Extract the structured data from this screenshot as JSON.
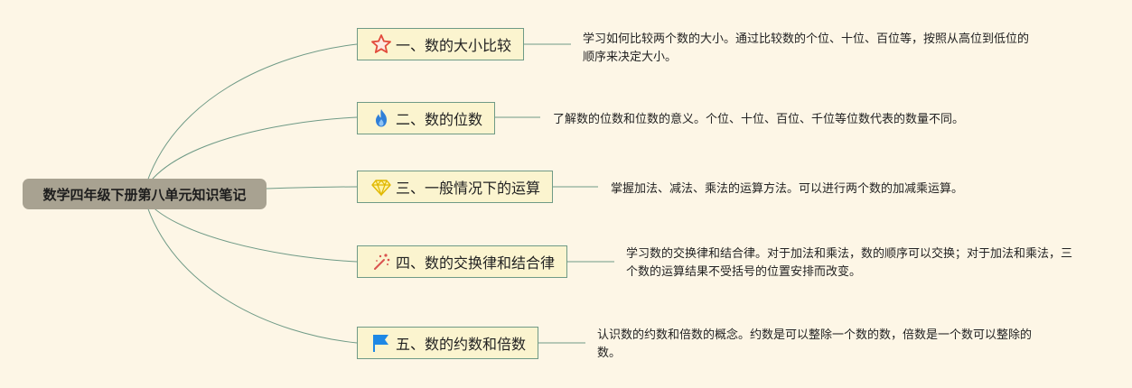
{
  "root": {
    "title": "数学四年级下册第八单元知识笔记"
  },
  "branches": [
    {
      "label": "一、数的大小比较",
      "icon": "star-icon",
      "note": "学习如何比较两个数的大小。通过比较数的个位、十位、百位等，按照从高位到低位的顺序来决定大小。"
    },
    {
      "label": "二、数的位数",
      "icon": "flame-icon",
      "note": "了解数的位数和位数的意义。个位、十位、百位、千位等位数代表的数量不同。"
    },
    {
      "label": "三、一般情况下的运算",
      "icon": "diamond-icon",
      "note": "掌握加法、减法、乘法的运算方法。可以进行两个数的加减乘运算。"
    },
    {
      "label": "四、数的交换律和结合律",
      "icon": "sparkle-wand-icon",
      "note": "学习数的交换律和结合律。对于加法和乘法，数的顺序可以交换；对于加法和乘法，三个数的运算结果不受括号的位置安排而改变。"
    },
    {
      "label": "五、数的约数和倍数",
      "icon": "flag-icon",
      "note": "认识数的约数和倍数的概念。约数是可以整除一个数的数，倍数是一个数可以整除的数。"
    }
  ],
  "colors": {
    "background": "#fdf6e6",
    "root_fill": "#a8a291",
    "branch_fill": "#fbf4cf",
    "branch_border": "#6f9a86",
    "connector": "#6f9a86"
  }
}
